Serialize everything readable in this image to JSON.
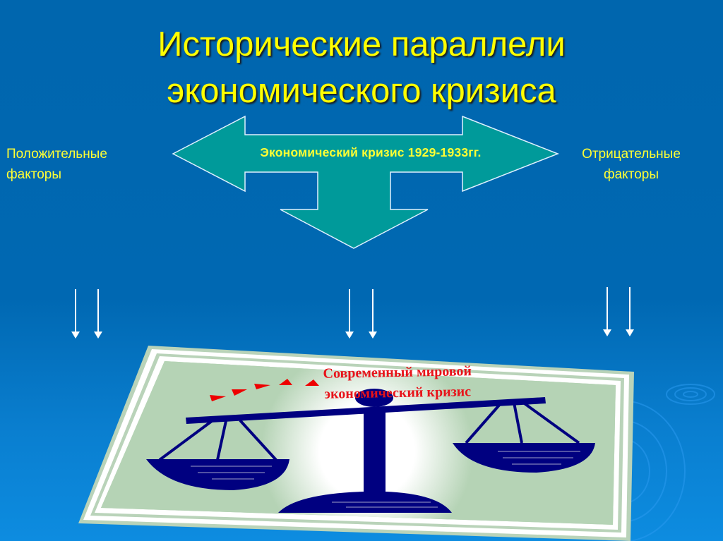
{
  "slide": {
    "title_lines": [
      "Исторические параллели",
      "экономического кризиса"
    ],
    "left_factor_lines": [
      "Положительные",
      "факторы"
    ],
    "right_factor_lines": [
      "Отрицательные",
      "факторы"
    ],
    "central_arrow_label": "Экономический кризис 1929-1933гг.",
    "scale_caption_lines": [
      "Современный мировой",
      "экономический кризис"
    ],
    "colors": {
      "background": "#0066AE",
      "title_text": "#FFFF00",
      "arrow_fill": "#009999",
      "arrow_outline": "#E0F0FF",
      "card_fill": "#B5D3B5",
      "scale_fill": "#000080",
      "caption_red": "#E8131A"
    },
    "icons": [
      "three-way-arrow-icon",
      "down-arrow-icon",
      "scales-icon",
      "red-arrowhead-icon",
      "ripple-icon"
    ]
  }
}
